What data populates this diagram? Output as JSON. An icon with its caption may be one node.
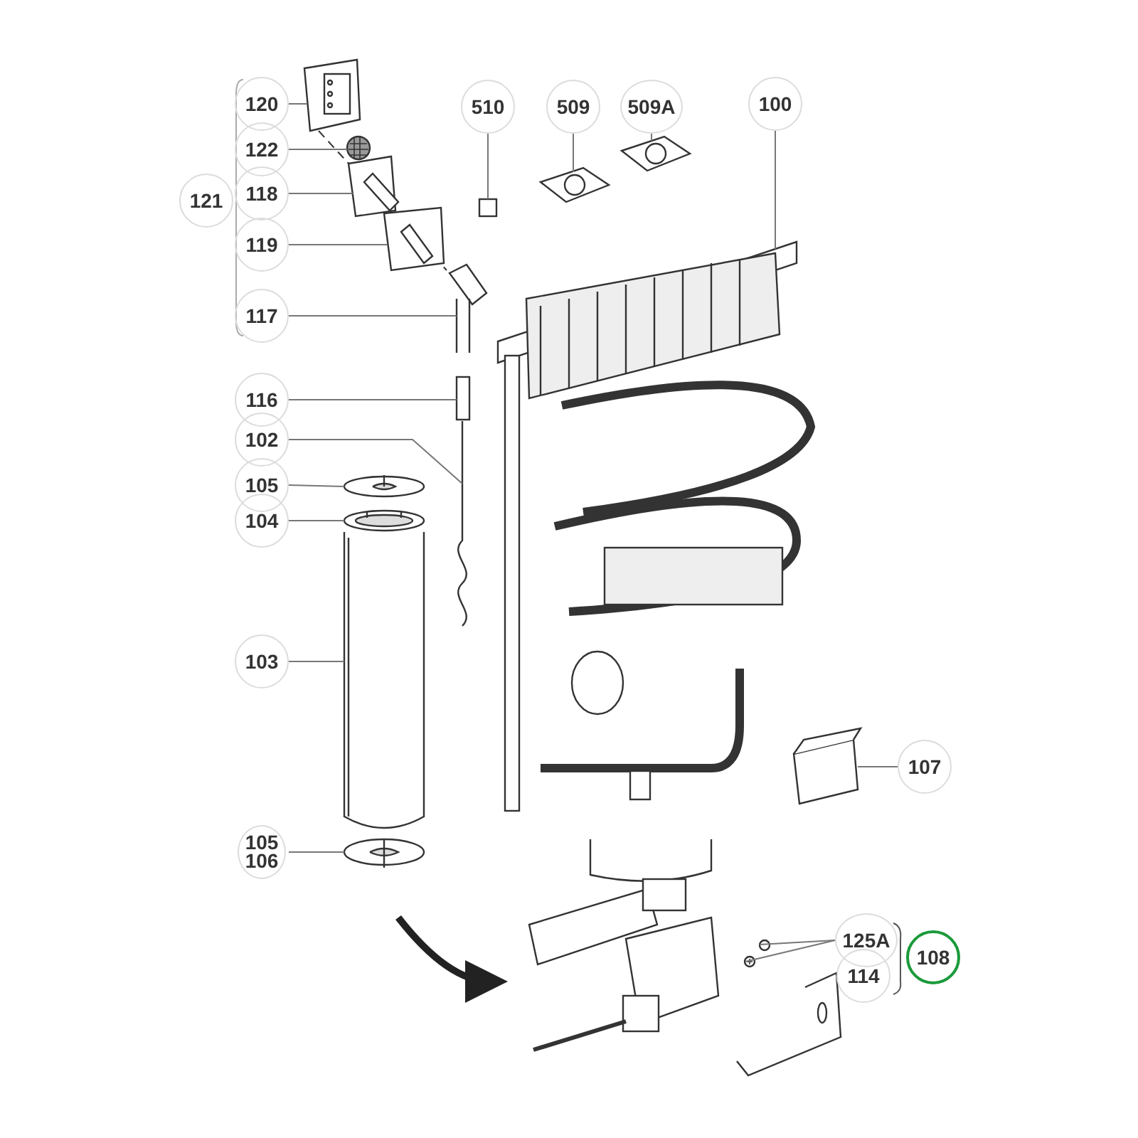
{
  "diagram": {
    "nodes": [
      {
        "text": [
          "120"
        ]
      },
      {
        "text": [
          "122"
        ]
      },
      {
        "text": [
          "118"
        ]
      },
      {
        "text": [
          "119"
        ]
      },
      {
        "text": [
          "117"
        ]
      },
      {
        "text": [
          "510"
        ]
      },
      {
        "text": [
          "509"
        ]
      },
      {
        "text": [
          "509A"
        ]
      },
      {
        "text": [
          "100"
        ]
      },
      {
        "text": [
          "116"
        ]
      },
      {
        "text": [
          "102"
        ]
      },
      {
        "text": [
          "105"
        ]
      },
      {
        "text": [
          "104"
        ]
      },
      {
        "text": [
          "103"
        ]
      },
      {
        "text": [
          "105",
          "106"
        ]
      },
      {
        "text": [
          "107"
        ]
      },
      {
        "text": [
          "125A"
        ]
      },
      {
        "text": [
          "114"
        ]
      },
      {
        "text": [
          "121"
        ]
      },
      {
        "text": [
          "108"
        ]
      },
      {
        "text": [],
        "shape": "picture"
      },
      {
        "text": [],
        "shape": "picture"
      },
      {
        "text": [],
        "shape": "picture"
      },
      {
        "text": [],
        "shape": "picture"
      },
      {
        "text": [],
        "shape": "picture"
      },
      {
        "text": [],
        "shape": "box"
      },
      {
        "text": [],
        "shape": "picture"
      },
      {
        "text": [],
        "shape": "picture"
      },
      {
        "text": [],
        "shape": "picture"
      },
      {
        "text": [],
        "shape": "box"
      },
      {
        "text": [],
        "shape": "picture"
      },
      {
        "text": [],
        "shape": "picture"
      },
      {
        "text": [],
        "shape": "picture"
      },
      {
        "text": [],
        "shape": "cylinder"
      },
      {
        "text": [],
        "shape": "picture"
      },
      {
        "text": [],
        "shape": "picture"
      },
      {
        "text": [],
        "shape": "circle"
      },
      {
        "text": [],
        "shape": "picture"
      },
      {
        "text": [],
        "shape": "picture"
      }
    ],
    "edges": [
      {
        "from": 0,
        "to": 20,
        "arrow": "none"
      },
      {
        "from": 1,
        "to": 21,
        "arrow": "none"
      },
      {
        "from": 2,
        "to": 22,
        "arrow": "none"
      },
      {
        "from": 3,
        "to": 23,
        "arrow": "none"
      },
      {
        "from": 4,
        "to": 24,
        "arrow": "none"
      },
      {
        "from": 5,
        "to": 25,
        "arrow": "none"
      },
      {
        "from": 6,
        "to": 26,
        "arrow": "none"
      },
      {
        "from": 7,
        "to": 27,
        "arrow": "none"
      },
      {
        "from": 8,
        "to": 28,
        "arrow": "none"
      },
      {
        "from": 9,
        "to": 29,
        "arrow": "none"
      },
      {
        "from": 10,
        "to": 30,
        "arrow": "none"
      },
      {
        "from": 11,
        "to": 31,
        "arrow": "none"
      },
      {
        "from": 12,
        "to": 32,
        "arrow": "none"
      },
      {
        "from": 13,
        "to": 33,
        "arrow": "none"
      },
      {
        "from": 14,
        "to": 34,
        "arrow": "none"
      },
      {
        "from": 15,
        "to": 35,
        "arrow": "none"
      },
      {
        "from": 16,
        "to": 36,
        "arrow": "none"
      },
      {
        "from": 16,
        "to": 37,
        "arrow": "none"
      },
      {
        "from": 17,
        "to": 38,
        "arrow": "none"
      }
    ]
  }
}
